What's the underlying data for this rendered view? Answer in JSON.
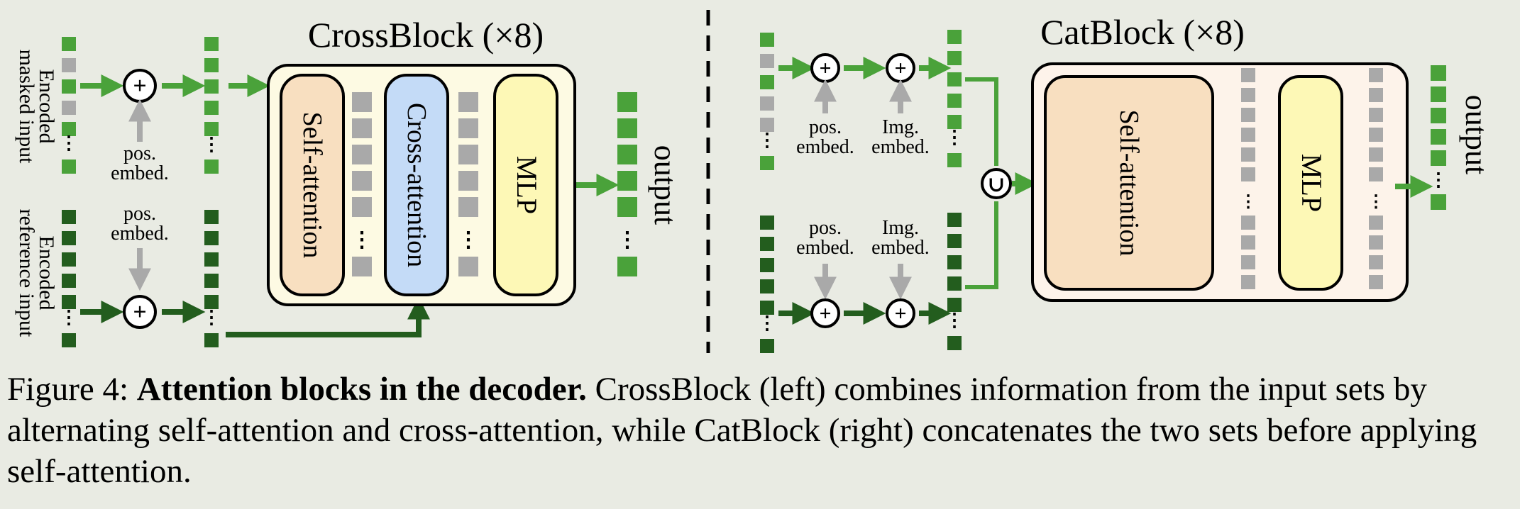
{
  "diagram": {
    "cross_block_title": "CrossBlock (×8)",
    "cat_block_title": "CatBlock (×8)",
    "left": {
      "masked_input_label": [
        "Encoded",
        "masked input"
      ],
      "reference_input_label": [
        "Encoded",
        "reference input"
      ],
      "pos_embed_top": [
        "pos.",
        "embed."
      ],
      "pos_embed_bottom": [
        "pos.",
        "embed."
      ],
      "self_attention": "Self-attention",
      "cross_attention": "Cross-attention",
      "mlp": "MLP",
      "output": "output"
    },
    "right": {
      "pos_embed_top": [
        "pos.",
        "embed."
      ],
      "img_embed_top": [
        "Img.",
        "embed."
      ],
      "pos_embed_bottom": [
        "pos.",
        "embed."
      ],
      "img_embed_bottom": [
        "Img.",
        "embed."
      ],
      "union_symbol": "∪",
      "self_attention": "Self-attention",
      "mlp": "MLP",
      "output": "output"
    },
    "plus_symbol": "+",
    "colors": {
      "light_green": "#4aa23a",
      "dark_green": "#235d1e",
      "gray": "#a9a9a9",
      "self_attention_fill": "#f8dfc0",
      "cross_attention_fill": "#c4dbf7",
      "mlp_fill": "#fdf8b6",
      "cross_block_fill": "#fdfae3",
      "cat_block_fill": "#fdf3ea"
    }
  },
  "caption": {
    "label": "Figure 4: ",
    "title": "Attention blocks in the decoder.",
    "text": " CrossBlock (left) combines information from the input sets by alternating self-attention and cross-attention, while CatBlock (right) concatenates the two sets before applying self-attention."
  }
}
